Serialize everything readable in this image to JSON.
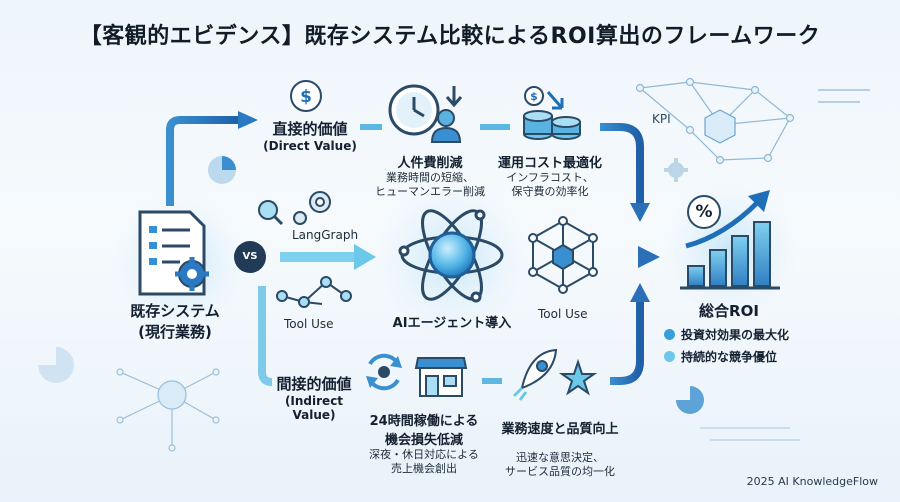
{
  "title": "【客観的エビデンス】既存システム比較によるROI算出のフレームワーク",
  "legacy": {
    "label_line1": "既存システム",
    "label_line2": "(現行業務)"
  },
  "vs_badge": "VS",
  "direct": {
    "label": "直接的価値",
    "sublabel": "(Direct Value)"
  },
  "labor": {
    "title": "人件費削減",
    "desc_line1": "業務時間の短縮、",
    "desc_line2": "ヒューマンエラー削減"
  },
  "ops": {
    "title": "運用コスト最適化",
    "desc_line1": "インフラコスト、",
    "desc_line2": "保守費の効率化"
  },
  "kpi_label": "KPI",
  "langgraph_label": "LangGraph",
  "tooluse_left_label": "Tool Use",
  "ai_label": "AIエージェント導入",
  "tooluse_right_label": "Tool Use",
  "indirect": {
    "label": "間接的価値",
    "sublabel": "(Indirect Value)"
  },
  "opportunity": {
    "title_line1": "24時間稼働による",
    "title_line2": "機会損失低減",
    "desc_line1": "深夜・休日対応による",
    "desc_line2": "売上機会創出"
  },
  "speed": {
    "title": "業務速度と品質向上",
    "desc_line1": "迅速な意思決定、",
    "desc_line2": "サービス品質の均一化"
  },
  "roi": {
    "title": "総合ROI",
    "bullet1": "投資対効果の最大化",
    "bullet2": "持続的な競争優位"
  },
  "footer": "2025 AI KnowledgeFlow",
  "colors": {
    "accent_dark": "#1f6fb8",
    "accent_light": "#6cc8e8",
    "line": "#2a4a66"
  }
}
